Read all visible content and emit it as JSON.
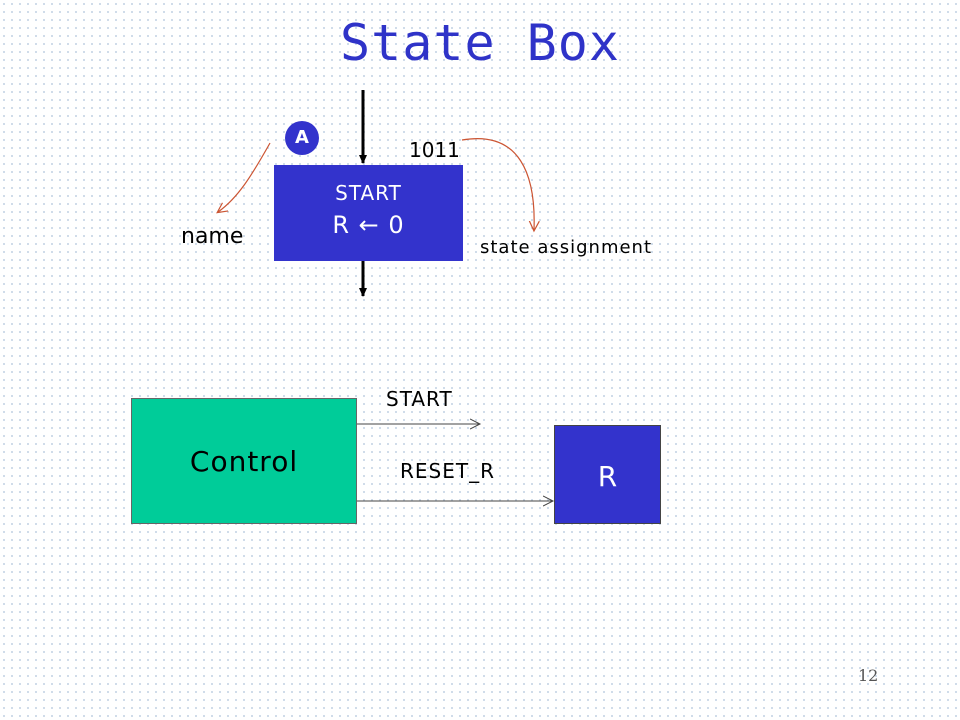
{
  "title": "State Box",
  "state_box": {
    "name": "A",
    "code": "1011",
    "line1": "START",
    "line2": "R ← 0"
  },
  "annotations": {
    "name": "name",
    "state_assignment": "state assignment"
  },
  "block_diagram": {
    "control_label": "Control",
    "register_label": "R",
    "signals": [
      "START",
      "RESET_R"
    ]
  },
  "colors": {
    "title": "#2f33c8",
    "state_box": "#3333cc",
    "control": "#00cc99",
    "register": "#3333cc",
    "curve_arrow": "#cc5533"
  },
  "page_number": "12"
}
